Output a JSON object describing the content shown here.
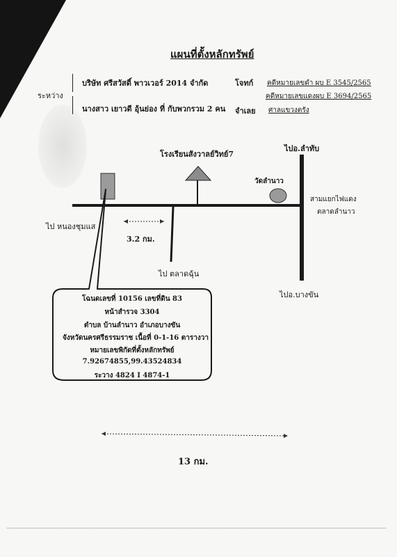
{
  "document": {
    "title": "แผนที่ตั้งหลักทรัพย์"
  },
  "parties": {
    "between_label": "ระหว่าง",
    "plaintiff_name": "บริษัท ศรีสวัสดิ์ พาวเวอร์ 2014 จำกัด",
    "plaintiff_role": "โจทก์",
    "defendant_name": "นางสาว เยาวดี อุ้นย่อง ที่ กับพวกรวม 2 คน",
    "defendant_role": "จำเลย",
    "case_black": "คดีหมายเลขดำ ผบ E 3545/2565",
    "case_red": "คดีหมายเลขแดงผบ E 3694/2565",
    "court": "ศาลแขวงตรัง"
  },
  "map": {
    "school": "โรงเรียนสังวาลย์วิทย์7",
    "to_lamthap": "ไปอ.ลำทับ",
    "temple": "วัดลำนาว",
    "junction_1": "สามแยกไฟแดง",
    "junction_2": "ตลาดลำนาว",
    "to_nongchumsaeng": "ไป หนองชุมแส",
    "distance_km": "3.2 กม.",
    "to_talatchun": "ไป ตลาดฉุ้น",
    "to_bangkhan": "ไปอ.บางขัน",
    "scale_km": "13 กม."
  },
  "property": {
    "line1": "โฉนดเลขที่ 10156 เลขที่ดิน 83",
    "line2": "หน้าสำรวจ 3304",
    "line3": "ตำบล บ้านลำนาว อำเภอบางขัน",
    "line4": "จังหวัดนครศรีธรรมราช  เนื้อที่ 0-1-16 ตารางวา",
    "line5": "หมายเลขพิกัดที่ตั้งหลักทรัพย์",
    "coordinates": "7.92674855,99.43524834",
    "grid_ref": "ระวาง 4824 I 4874-1"
  }
}
